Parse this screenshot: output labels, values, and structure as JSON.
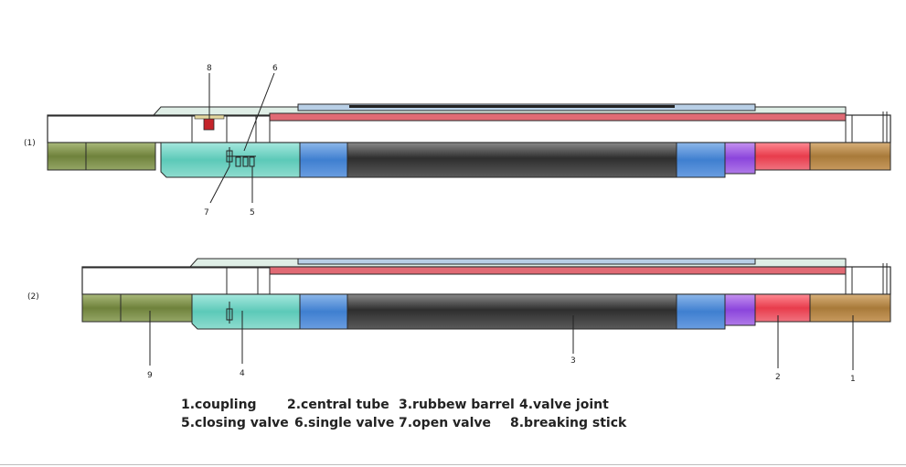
{
  "figure_labels": {
    "top": "(1)",
    "bottom": "(2)"
  },
  "callouts": {
    "top": {
      "c8": "8",
      "c6": "6",
      "c7": "7",
      "c5": "5"
    },
    "bottom": {
      "c9": "9",
      "c4": "4",
      "c3": "3",
      "c2": "2",
      "c1": "1"
    }
  },
  "legend": {
    "row1": [
      "1.coupling",
      "2.central tube",
      "3.rubbew barrel",
      "4.valve joint"
    ],
    "row2": [
      "5.closing valve",
      "6.single valve",
      "7.open valve",
      "8.breaking stick"
    ]
  },
  "colors": {
    "coupling": "#b58845",
    "central_tube": "#e8525e",
    "central_tube_upper": "#e06a74",
    "purple_ring": "#9b5be0",
    "blue_ring": "#4a88d6",
    "rubber_barrel": "#3c3c3c",
    "valve_joint": "#6fd1c2",
    "olive_body": "#7e9148",
    "breaking_stick": "#c4242a",
    "housing_top": "#cfe3d8",
    "outline": "#2a2a2a"
  }
}
